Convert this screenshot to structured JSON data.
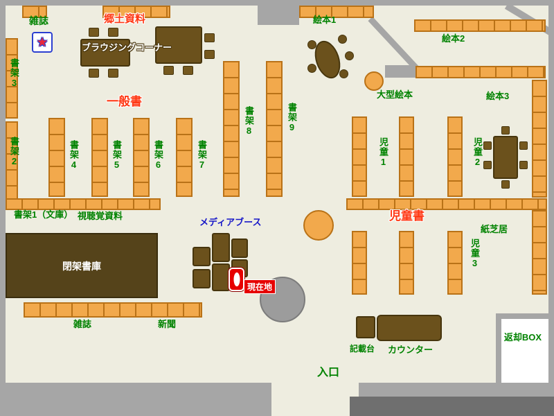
{
  "colors": {
    "floor": "#EEEDE0",
    "wall": "#A6A6A6",
    "wall_dark": "#6F6F6F",
    "shelf_fill": "#F2A94C",
    "shelf_border": "#B97217",
    "furniture_brown": "#6B511C",
    "closed_stacks_brown": "#55431A",
    "label_green": "#008200",
    "label_red": "#FF3814",
    "label_blue": "#1616C8",
    "marker_red": "#E60000",
    "return_room_white": "#FFFFFF"
  },
  "icons": {
    "star": "★"
  },
  "labels": {
    "magazines_top": "雑誌",
    "local_materials": "郷土資料",
    "browsing_corner": "ブラウジングコーナー",
    "general_books": "一般書",
    "shelf1_bunko": "書架1（文庫）",
    "shelf2": "書架2",
    "shelf3": "書架3",
    "shelf4": "書架4",
    "shelf5": "書架5",
    "shelf6": "書架6",
    "shelf7": "書架7",
    "shelf8": "書架8",
    "shelf9": "書架9",
    "audiovisual": "視聴覚資料",
    "media_booth": "メディアブース",
    "closed_stacks": "閉架書庫",
    "current_location": "現在地",
    "magazines_bottom": "雑誌",
    "newspapers": "新聞",
    "picture_books1": "絵本1",
    "picture_books2": "絵本2",
    "picture_books3": "絵本3",
    "large_picture_books": "大型絵本",
    "children1": "児童1",
    "children2": "児童2",
    "children3": "児童3",
    "children_books": "児童書",
    "kamishibai": "紙芝居",
    "writing_desk": "記載台",
    "counter": "カウンター",
    "return_box": "返却BOX",
    "entrance": "入口"
  }
}
